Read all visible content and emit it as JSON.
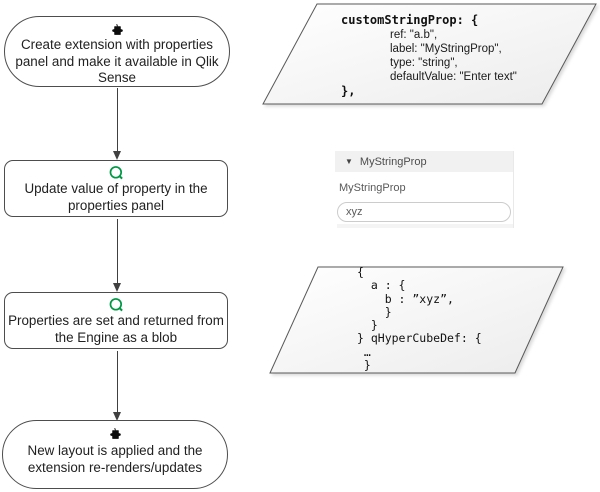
{
  "flowchart": {
    "nodes": [
      {
        "icon": "puzzle-piece",
        "label": "Create extension with properties\npanel and make it available in Qlik\nSense"
      },
      {
        "icon": "qlik-q",
        "label": "Update value of property in the\nproperties panel"
      },
      {
        "icon": "qlik-q",
        "label": "Properties are set and returned from\nthe Engine as a blob"
      },
      {
        "icon": "puzzle-piece",
        "label": "New layout is applied and the\nextension re-renders/updates"
      }
    ]
  },
  "code_blocks": {
    "property_definition": {
      "open_line": "customStringProp: {",
      "properties": [
        "ref: \"a.b\",",
        "label: \"MyStringProp\",",
        "type: \"string\",",
        "defaultValue: \"Enter text\""
      ],
      "close_line": "},"
    },
    "engine_blob": "{\n  a : {\n    b : ”xyz”,\n    }\n  }\n} qHyperCubeDef: {\n …\n }"
  },
  "properties_panel": {
    "accordion_header": "MyStringProp",
    "caret_icon": "▼",
    "field_label": "MyStringProp",
    "field_value": "xyz"
  },
  "colors": {
    "qlik_green": "#009845",
    "node_border": "#4d4d4d",
    "arrow": "#404040",
    "shape_border": "#595959"
  }
}
